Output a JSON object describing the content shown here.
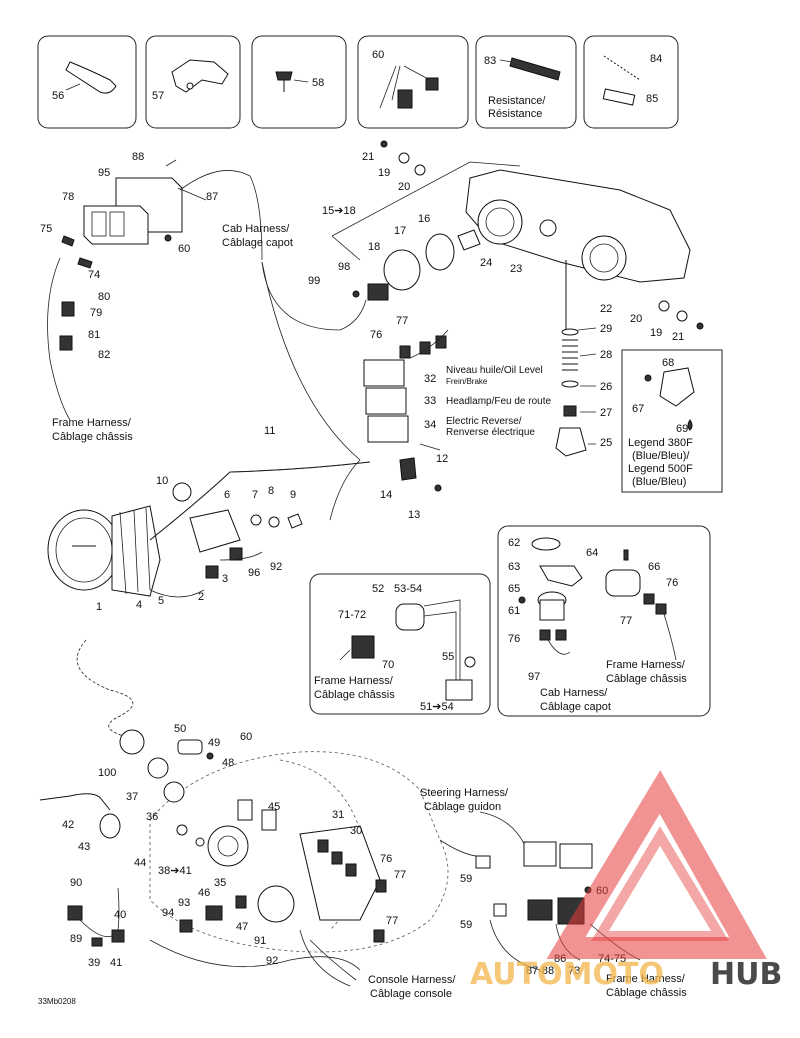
{
  "labels": {
    "cab_harness": [
      "Cab Harness/",
      "Câblage capot"
    ],
    "frame_harness_left": [
      "Frame Harness/",
      "Câblage châssis"
    ],
    "frame_harness_mid": [
      "Frame Harness/",
      "Câblage châssis"
    ],
    "frame_harness_right": [
      "Frame Harness/",
      "Câblage châssis"
    ],
    "frame_harness_bottom": [
      "Frame Harness/",
      "Câblage châssis"
    ],
    "cab_harness_right": [
      "Cab Harness/",
      "Câblage capot"
    ],
    "steering_harness": [
      "Steering Harness/",
      "Câblage guidon"
    ],
    "console_harness": [
      "Console Harness/",
      "Câblage console"
    ],
    "resistance": [
      "Resistance/",
      "Résistance"
    ],
    "oil_level": [
      "Niveau huile/Oil Level",
      "Frein/Brake"
    ],
    "headlamp": "Headlamp/Feu de route",
    "electric_reverse": [
      "Electric Reverse/",
      "Renverse électrique"
    ],
    "legend": [
      "Legend 380F",
      "(Blue/Bleu)/",
      "Legend 500F",
      "(Blue/Bleu)"
    ]
  },
  "part_numbers": {
    "p56": "56",
    "p57": "57",
    "p58": "58",
    "p60_top": "60",
    "p83": "83",
    "p84": "84",
    "p85": "85",
    "p88": "88",
    "p95": "95",
    "p87": "87",
    "p78": "78",
    "p75": "75",
    "p60_a": "60",
    "p74": "74",
    "p80": "80",
    "p79": "79",
    "p81": "81",
    "p82": "82",
    "p21_top": "21",
    "p19_top": "19",
    "p20_top": "20",
    "p15_18": "15➔18",
    "p16": "16",
    "p17": "17",
    "p18": "18",
    "p98": "98",
    "p99": "99",
    "p24": "24",
    "p23": "23",
    "p22": "22",
    "p20_r": "20",
    "p19_r": "19",
    "p21_r": "21",
    "p29": "29",
    "p28": "28",
    "p26": "26",
    "p27": "27",
    "p25": "25",
    "p77_a": "77",
    "p76_a": "76",
    "p32": "32",
    "p33": "33",
    "p34": "34",
    "p68": "68",
    "p67": "67",
    "p69": "69",
    "p11": "11",
    "p12": "12",
    "p14": "14",
    "p13": "13",
    "p10": "10",
    "p6": "6",
    "p7": "7",
    "p8": "8",
    "p9": "9",
    "p1": "1",
    "p4": "4",
    "p5": "5",
    "p2": "2",
    "p3": "3",
    "p96": "96",
    "p92_a": "92",
    "p52": "52",
    "p53_54": "53-54",
    "p71_72": "71-72",
    "p70": "70",
    "p55": "55",
    "p51_54": "51➔54",
    "p62": "62",
    "p64": "64",
    "p63": "63",
    "p66": "66",
    "p65": "65",
    "p61": "61",
    "p76_b": "76",
    "p77_b": "77",
    "p76_c": "76",
    "p97": "97",
    "p50": "50",
    "p49": "49",
    "p60_b": "60",
    "p48": "48",
    "p100": "100",
    "p37": "37",
    "p42": "42",
    "p36": "36",
    "p43": "43",
    "p44": "44",
    "p38_41": "38➔41",
    "p35": "35",
    "p45": "45",
    "p31": "31",
    "p30": "30",
    "p76_d": "76",
    "p77_c": "77",
    "p77_d": "77",
    "p90": "90",
    "p89": "89",
    "p40": "40",
    "p93": "93",
    "p46": "46",
    "p94": "94",
    "p47": "47",
    "p91": "91",
    "p39": "39",
    "p41": "41",
    "p92_b": "92",
    "p59_a": "59",
    "p59_b": "59",
    "p60_c": "60",
    "p87_88": "87-88",
    "p86": "86",
    "p73": "73",
    "p74_75": "74-75"
  },
  "drawing_code": "33Mb0208",
  "watermark": {
    "auto": "AUTOMOTO",
    "hub": "HUB",
    "color_red": "#e53b3b",
    "color_gold": "#f2b54a"
  }
}
